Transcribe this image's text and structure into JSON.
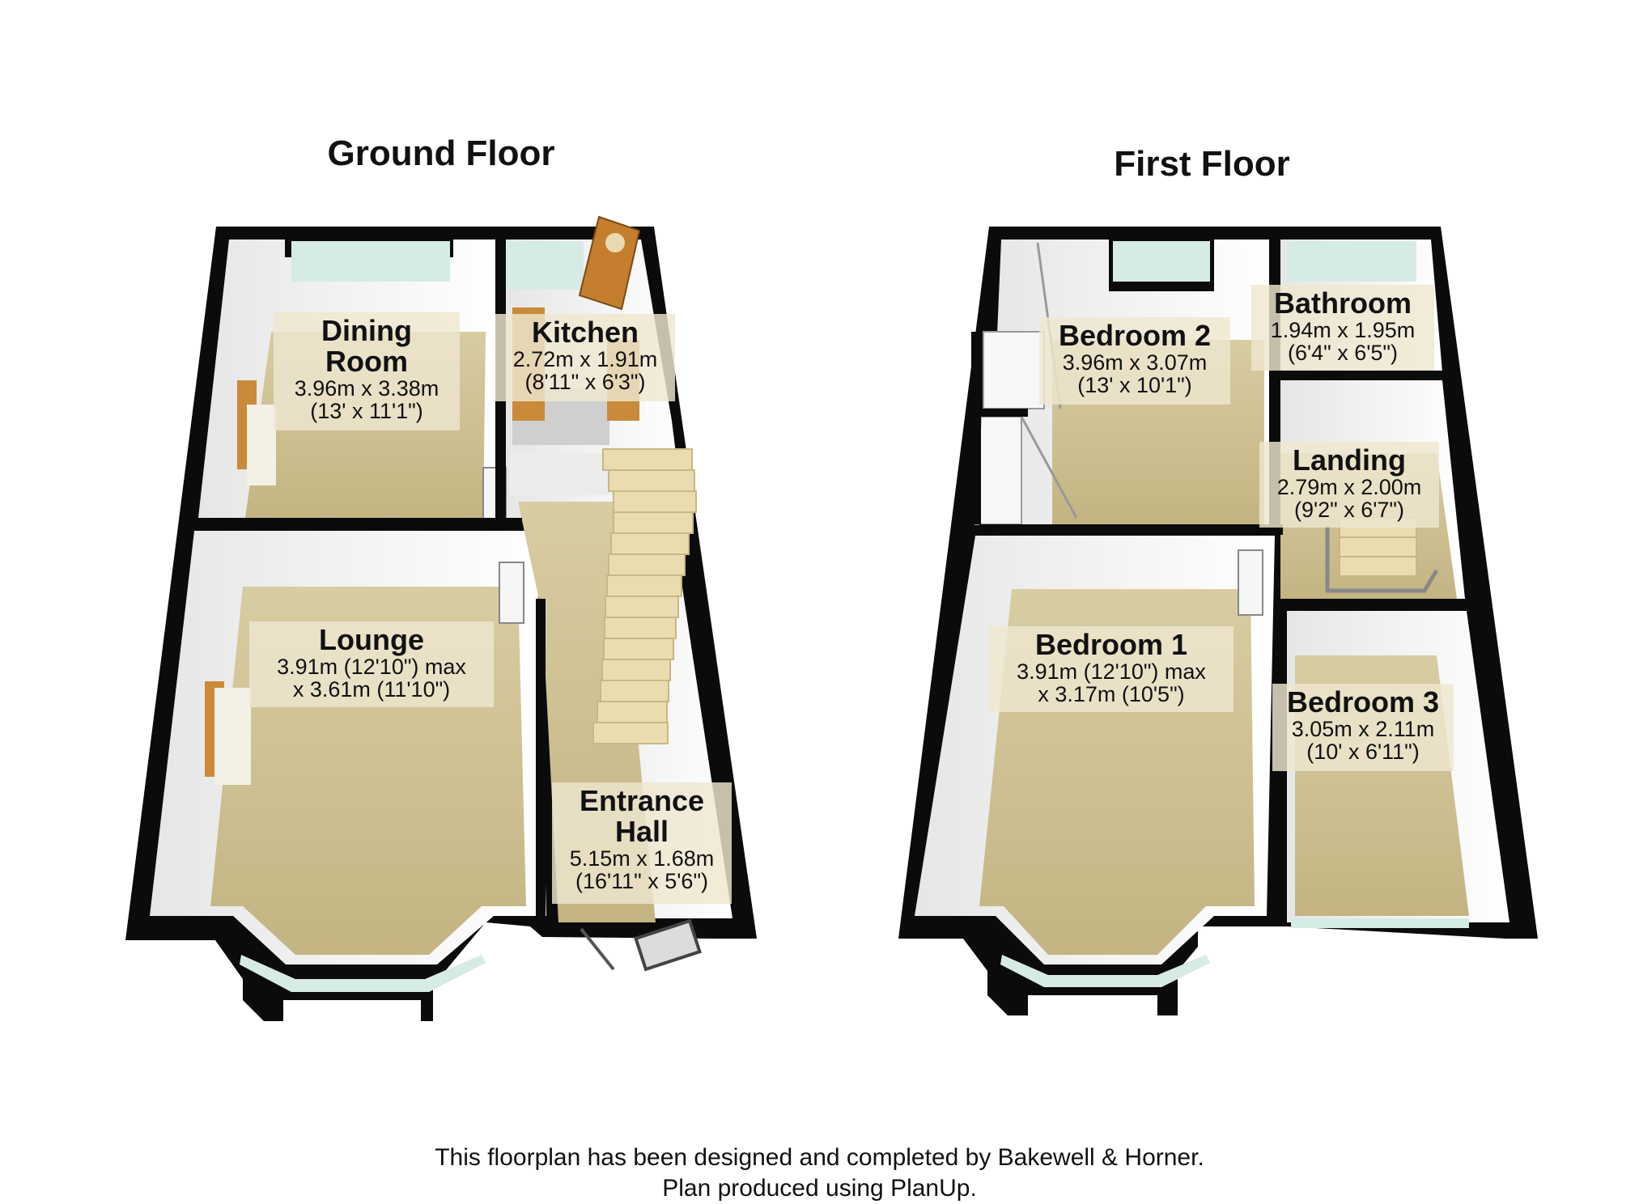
{
  "floors": [
    {
      "title": "Ground Floor",
      "rooms": [
        {
          "name": "Dining\nRoom",
          "dimensions": "3.96m x 3.38m\n(13' x 11'1\")"
        },
        {
          "name": "Kitchen",
          "dimensions": "2.72m x 1.91m\n(8'11\" x 6'3\")"
        },
        {
          "name": "Lounge",
          "dimensions": "3.91m (12'10\") max\nx 3.61m (11'10\")"
        },
        {
          "name": "Entrance\nHall",
          "dimensions": "5.15m x 1.68m\n(16'11\" x 5'6\")"
        }
      ]
    },
    {
      "title": "First Floor",
      "rooms": [
        {
          "name": "Bedroom 2",
          "dimensions": "3.96m x 3.07m\n(13' x 10'1\")"
        },
        {
          "name": "Bathroom",
          "dimensions": "1.94m x 1.95m\n(6'4\" x 6'5\")"
        },
        {
          "name": "Landing",
          "dimensions": "2.79m x 2.00m\n(9'2\" x 6'7\")"
        },
        {
          "name": "Bedroom 1",
          "dimensions": "3.91m (12'10\") max\nx 3.17m (10'5\")"
        },
        {
          "name": "Bedroom 3",
          "dimensions": "3.05m x 2.11m\n(10' x 6'11\")"
        }
      ]
    }
  ],
  "footer": {
    "line1": "This floorplan has been designed and completed by Bakewell & Horner.",
    "line2": "Plan produced using PlanUp."
  },
  "colors": {
    "wall": "#0b0b0b",
    "floor": "#cdbf92",
    "inner_wall": "#f4f4f4",
    "window": "#d6ebe6",
    "door": "#c98a3a",
    "label_bg": "#eee6d0"
  }
}
